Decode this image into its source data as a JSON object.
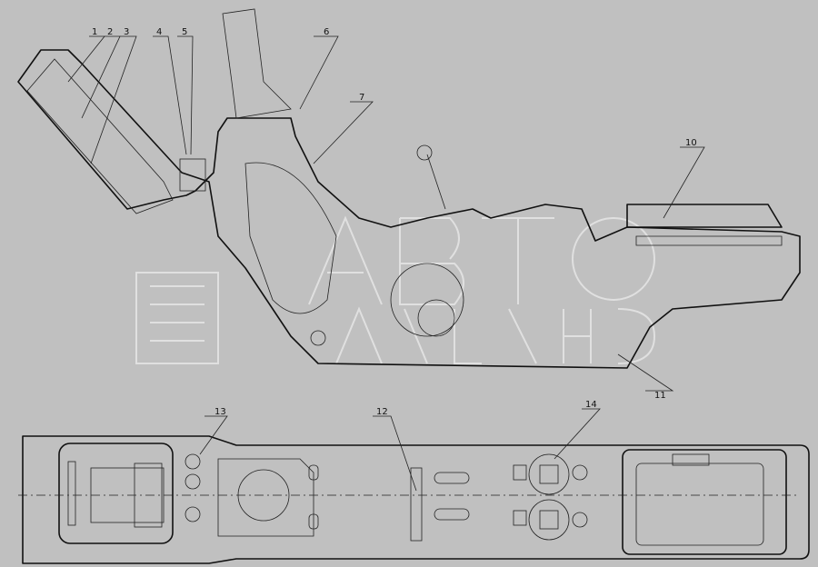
{
  "drawing": {
    "callouts": [
      "1",
      "2",
      "3",
      "4",
      "5",
      "6",
      "7",
      "10",
      "11",
      "12",
      "13",
      "14"
    ],
    "watermark": "АВТО АЛЬЯНС",
    "colors": {
      "background": "#c0c0c0",
      "line": "#111111",
      "watermark": "#eeeeee"
    }
  }
}
